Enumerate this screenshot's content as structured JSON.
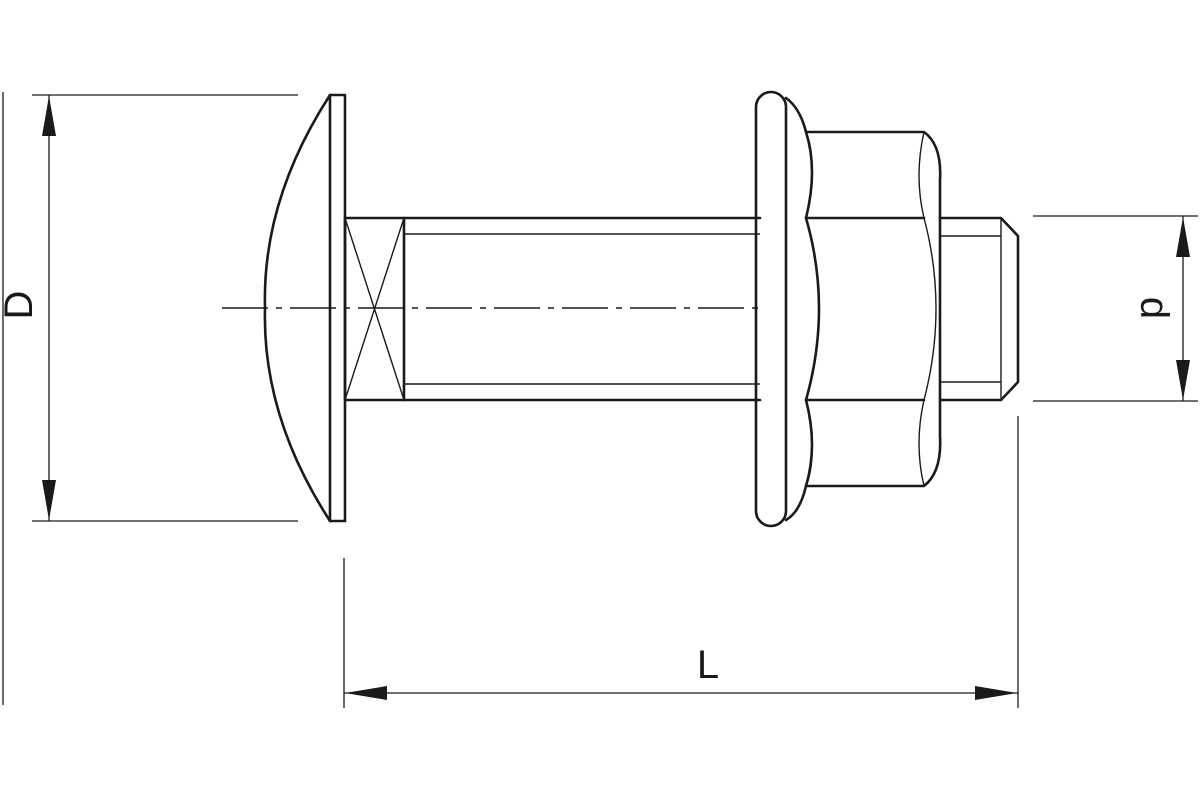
{
  "labels": {
    "head_diameter": "D",
    "thread_diameter": "d",
    "length": "L"
  },
  "colors": {
    "line": "#1a1a1a",
    "background": "#ffffff"
  }
}
